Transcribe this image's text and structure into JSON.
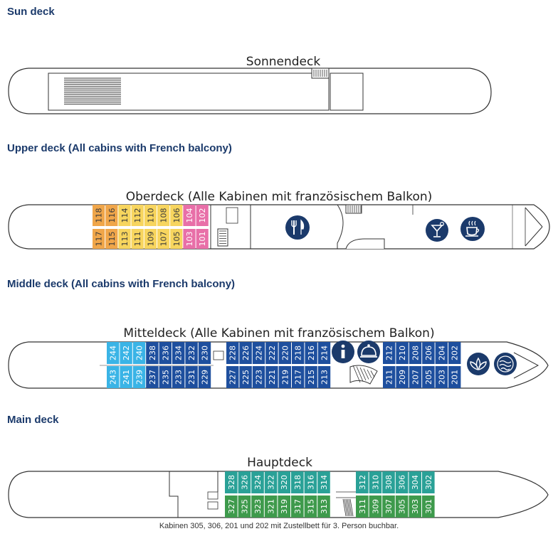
{
  "decks": [
    {
      "heading": "Sun deck",
      "plan_title": "Sonnendeck"
    },
    {
      "heading": "Upper deck (All cabins with French balcony)",
      "plan_title": "Oberdeck (Alle Kabinen mit französischem Balkon)"
    },
    {
      "heading": "Middle deck (All cabins with French balcony)",
      "plan_title": "Mitteldeck (Alle Kabinen mit französischem Balkon)"
    },
    {
      "heading": "Main deck",
      "plan_title": "Hauptdeck"
    }
  ],
  "cabins": {
    "upper_top": [
      "118",
      "116",
      "114",
      "112",
      "110",
      "108",
      "106",
      "104",
      "102"
    ],
    "upper_bottom": [
      "117",
      "115",
      "113",
      "111",
      "109",
      "107",
      "105",
      "103",
      "101"
    ],
    "middle_top_aft": [
      "244",
      "242",
      "240",
      "238",
      "236",
      "234",
      "232",
      "230"
    ],
    "middle_bottom_aft": [
      "243",
      "241",
      "239",
      "237",
      "235",
      "233",
      "231",
      "229"
    ],
    "middle_top_mid": [
      "228",
      "226",
      "224",
      "222",
      "220",
      "218",
      "216",
      "214"
    ],
    "middle_bottom_mid": [
      "227",
      "225",
      "223",
      "221",
      "219",
      "217",
      "215",
      "213"
    ],
    "middle_top_fore": [
      "212",
      "210",
      "208",
      "206",
      "204",
      "202"
    ],
    "middle_bottom_fore": [
      "211",
      "209",
      "207",
      "205",
      "203",
      "201"
    ],
    "main_top_aft": [
      "328",
      "326",
      "324",
      "322",
      "320",
      "318",
      "316",
      "314"
    ],
    "main_bottom_aft": [
      "327",
      "325",
      "323",
      "321",
      "319",
      "317",
      "315",
      "313"
    ],
    "main_top_fore": [
      "312",
      "310",
      "308",
      "306",
      "304",
      "302"
    ],
    "main_bottom_fore": [
      "311",
      "309",
      "307",
      "305",
      "303",
      "301"
    ]
  },
  "icons": {
    "upper": [
      "restaurant-icon",
      "cocktail-bar-icon",
      "coffee-icon"
    ],
    "middle": [
      "info-icon",
      "reception-bell-icon",
      "spa-lotus-icon",
      "wellness-water-icon"
    ]
  },
  "colors": {
    "heading": "#1b3a6b",
    "orange": "#f0a64a",
    "yellow": "#f7d55e",
    "pink": "#e86fa8",
    "light_blue": "#3ab4e6",
    "dark_blue": "#1e4f9e",
    "teal": "#2aa197",
    "green": "#3e9a4c",
    "icon_navy": "#1b3a6b"
  },
  "footnote": "Kabinen 305, 306, 201 und 202 mit Zustellbett für 3. Person buchbar."
}
